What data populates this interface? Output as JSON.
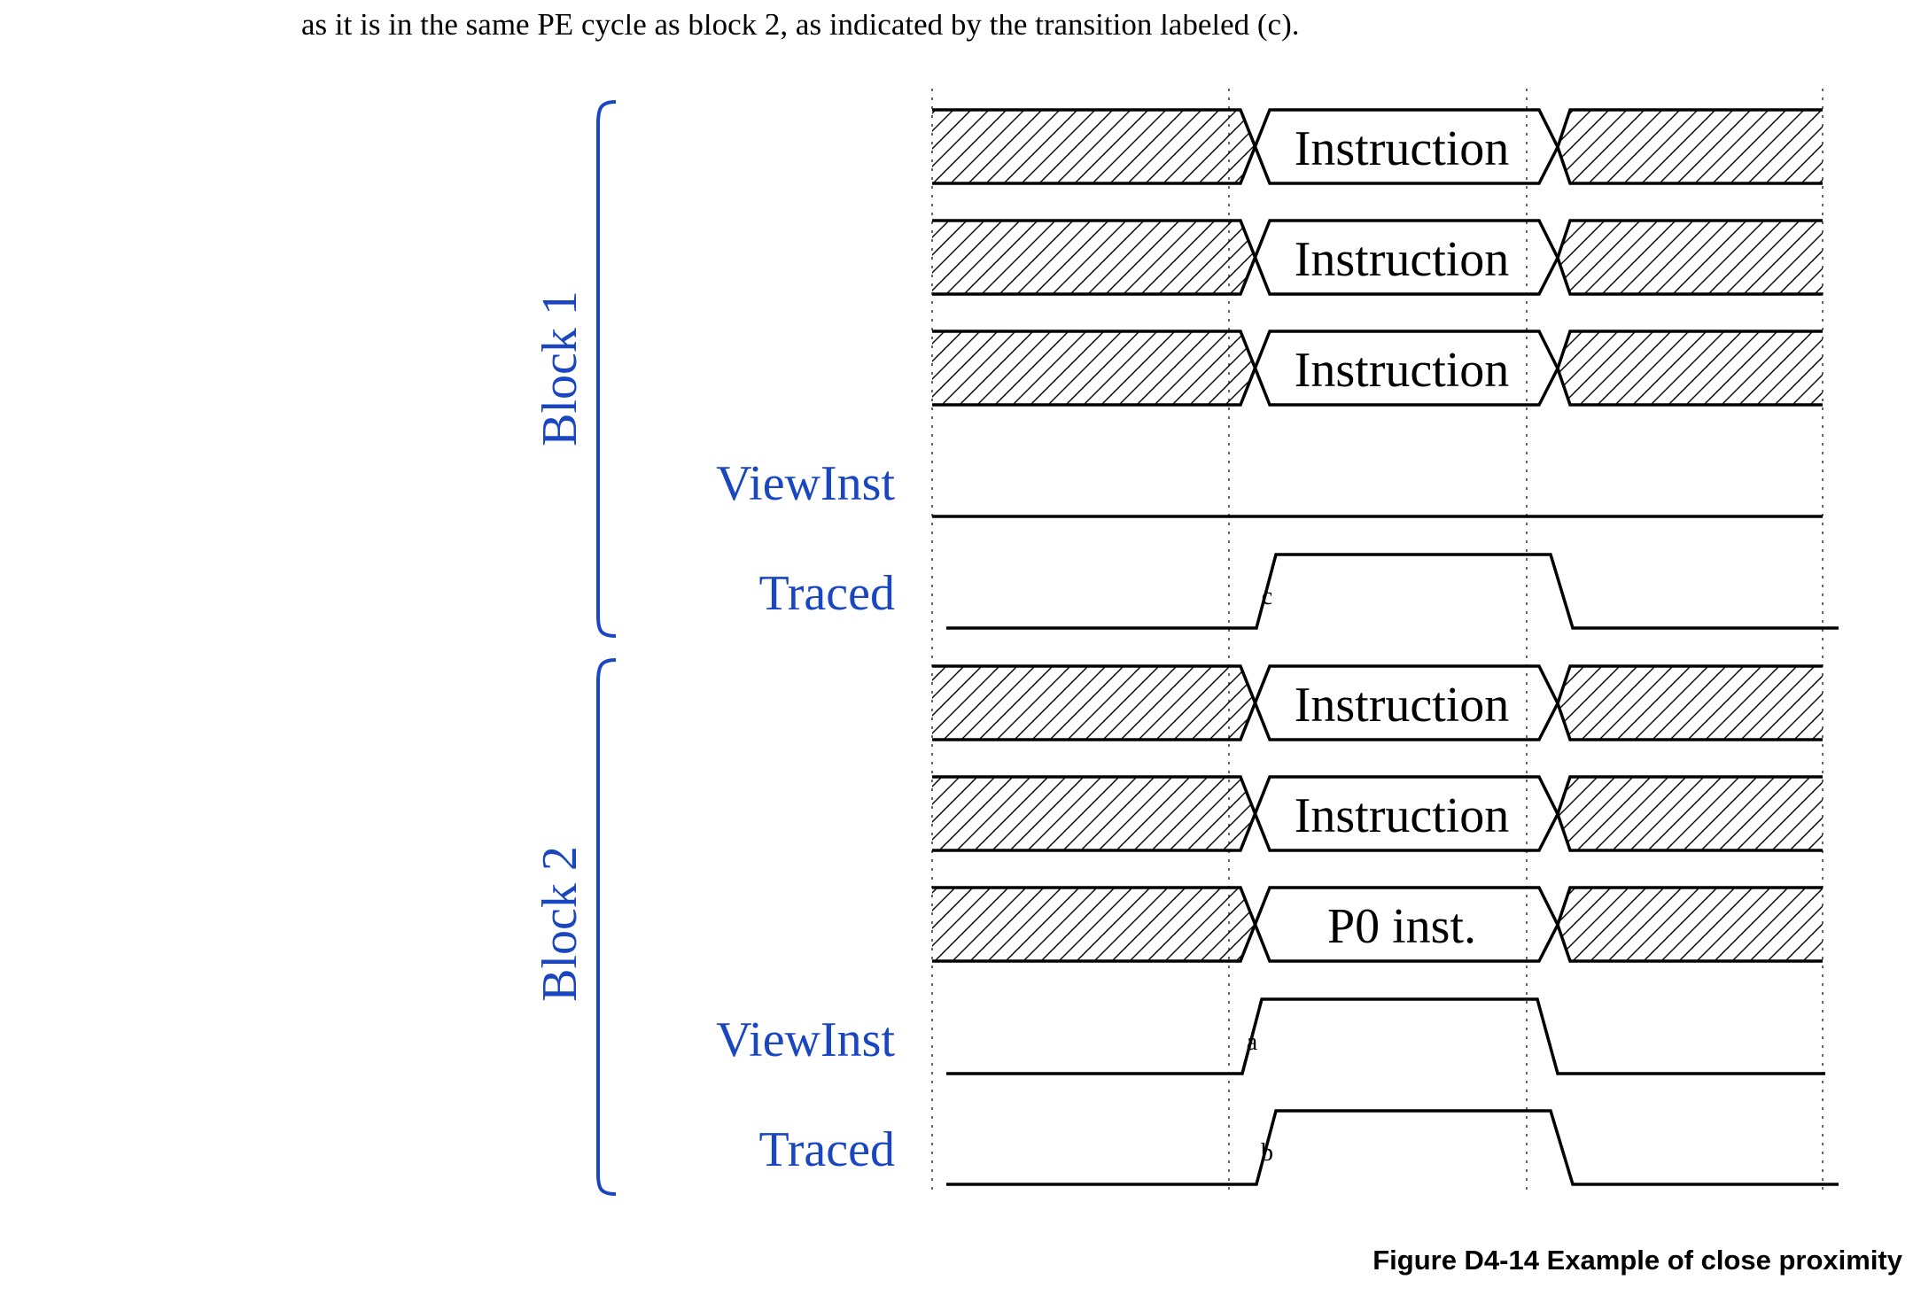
{
  "document": {
    "intro_line": "as it is in the same PE cycle as block 2, as indicated by the transition labeled (c).",
    "caption": "Figure D4-14 Example of close proximity"
  },
  "diagram": {
    "groups": [
      {
        "label": "Block 1"
      },
      {
        "label": "Block 2"
      }
    ],
    "signals": {
      "block1_viewinst": "ViewInst",
      "block1_traced": "Traced",
      "block2_viewinst": "ViewInst",
      "block2_traced": "Traced"
    },
    "bus_values": {
      "block1_bus1": "Instruction",
      "block1_bus2": "Instruction",
      "block1_bus3": "Instruction",
      "block2_bus1": "Instruction",
      "block2_bus2": "Instruction",
      "block2_bus3": "P0 inst."
    },
    "transition_labels": {
      "block1_traced": "c",
      "block2_viewinst": "a",
      "block2_traced": "b"
    },
    "colors": {
      "group_label": "#1a47c0",
      "signal_label": "#1a47c0",
      "waveform": "#000000"
    }
  }
}
